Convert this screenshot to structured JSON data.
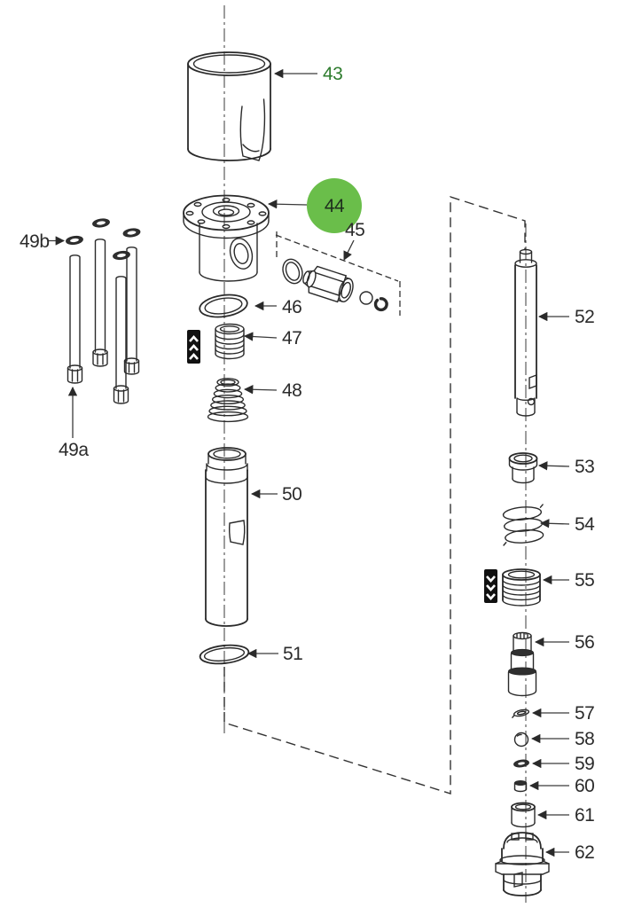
{
  "diagram_type": "exploded-parts-diagram",
  "colors": {
    "background": "#ffffff",
    "line": "#2a2a2a",
    "label_default": "#2b2b2b",
    "label_green": "#2e7c2e",
    "highlight_circle": "#6abe4a"
  },
  "highlight": {
    "highlighted_part": "44",
    "marker": "green-circle"
  },
  "callouts": {
    "c43": {
      "label": "43"
    },
    "c44": {
      "label": "44"
    },
    "c45": {
      "label": "45"
    },
    "c46": {
      "label": "46"
    },
    "c47": {
      "label": "47"
    },
    "c48": {
      "label": "48"
    },
    "c49a": {
      "label": "49a"
    },
    "c49b": {
      "label": "49b"
    },
    "c50": {
      "label": "50"
    },
    "c51": {
      "label": "51"
    },
    "c52": {
      "label": "52"
    },
    "c53": {
      "label": "53"
    },
    "c54": {
      "label": "54"
    },
    "c55": {
      "label": "55"
    },
    "c56": {
      "label": "56"
    },
    "c57": {
      "label": "57"
    },
    "c58": {
      "label": "58"
    },
    "c59": {
      "label": "59"
    },
    "c60": {
      "label": "60"
    },
    "c61": {
      "label": "61"
    },
    "c62": {
      "label": "62"
    }
  },
  "icons": {
    "lubricate_up": "lubrication-chevrons-up-icon",
    "lubricate_down": "lubrication-chevrons-down-icon"
  }
}
